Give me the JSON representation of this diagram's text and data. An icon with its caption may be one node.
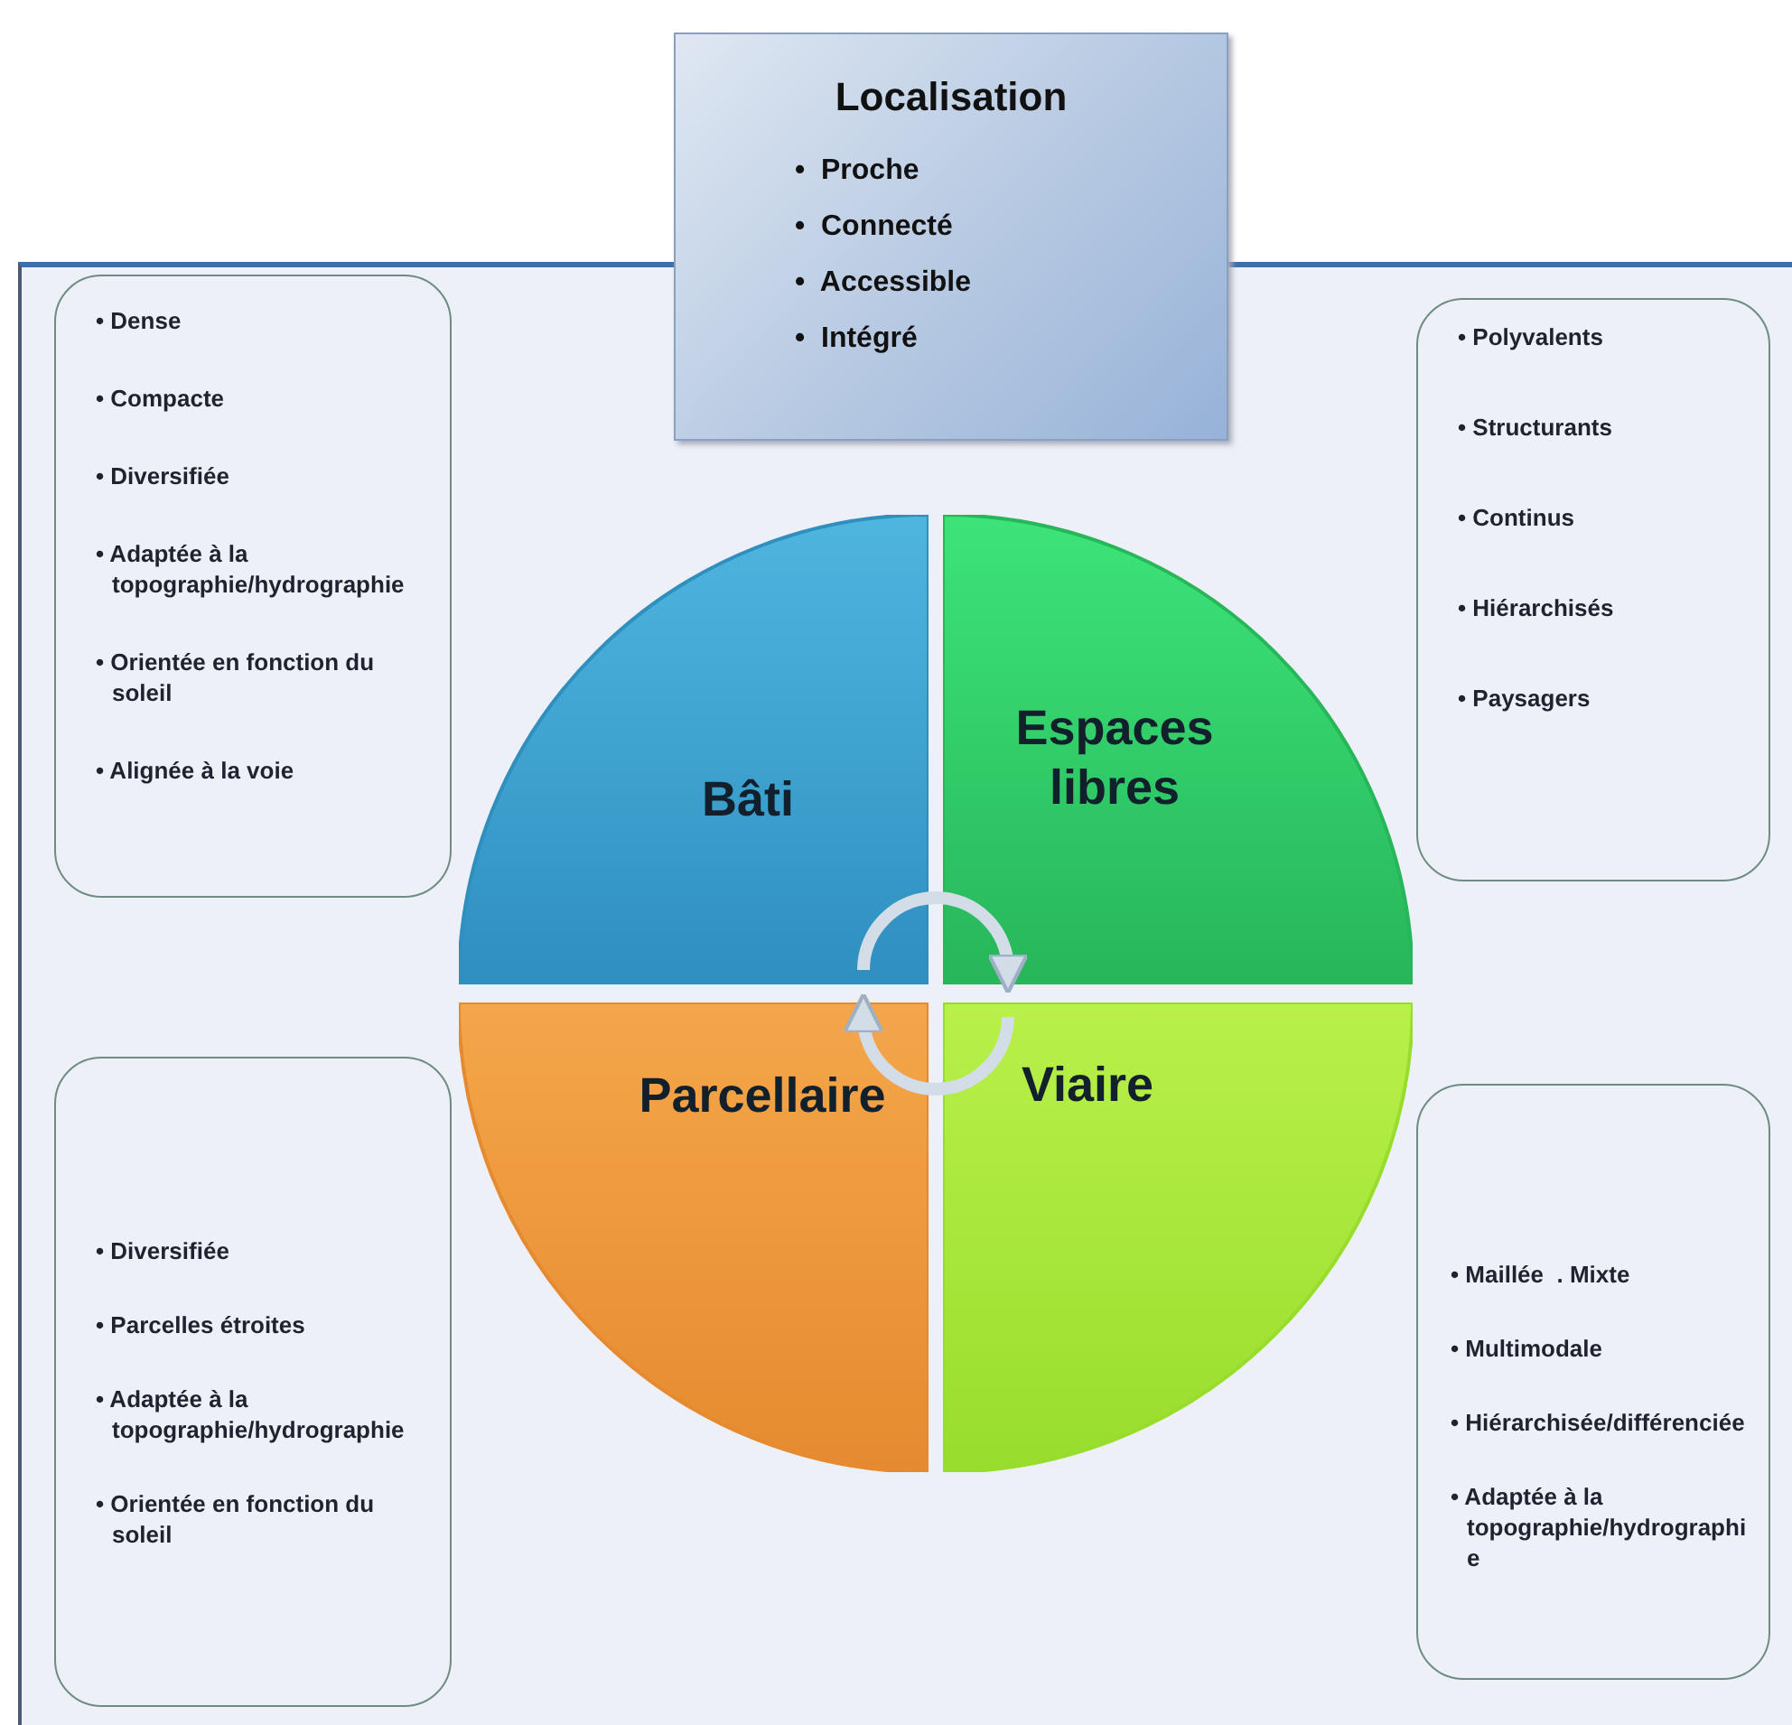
{
  "diagram": {
    "nodes": [
      {
        "text": [
          "Localisation",
          "•  Proche",
          "•  Connecté",
          "•  Accessible",
          "•  Intégré"
        ]
      },
      {
        "text": [
          "• Dense",
          "• Compacte",
          "• Diversifiée",
          "• Adaptée à la topographie/hydrographie",
          "• Orientée en fonction du soleil",
          "• Alignée à la voie"
        ]
      },
      {
        "text": [
          "Bâti"
        ]
      },
      {
        "text": [
          "Espaces libres"
        ]
      },
      {
        "text": [
          "• Polyvalents",
          "• Structurants",
          "• Continus",
          "• Hiérarchisés",
          "• Paysagers"
        ]
      },
      {
        "text": [
          "Parcellaire"
        ]
      },
      {
        "text": [
          "Viaire"
        ]
      },
      {
        "text": [
          "• Diversifiée",
          "• Parcelles étroites",
          "• Adaptée à la topographie/hydrographie",
          "• Orientée en fonction du soleil"
        ]
      },
      {
        "text": [
          "• Maillée  . Mixte",
          "• Multimodale",
          "• Hiérarchisée/différenciée",
          "• Adaptée à la topographie/hydrographie"
        ]
      }
    ],
    "edges": [
      {
        "from": 2,
        "to": 3,
        "arrow": "to"
      },
      {
        "from": 6,
        "to": 5,
        "arrow": "to"
      }
    ]
  }
}
